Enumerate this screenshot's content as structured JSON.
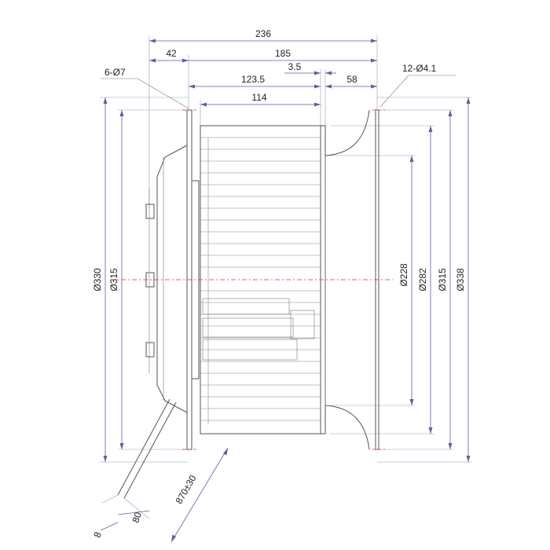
{
  "dimensions": {
    "overall_length": "236",
    "mounting_length": "185",
    "flange_offset": "42",
    "plate_thickness": "3.5",
    "impeller_to_flange": "123.5",
    "inlet_depth": "58",
    "impeller_width": "114",
    "flange_holes": "6-Ø7",
    "inlet_holes": "12-Ø4.1",
    "dia_330": "Ø330",
    "dia_315_left": "Ø315",
    "dia_228": "Ø228",
    "dia_282": "Ø282",
    "dia_315_right": "Ø315",
    "dia_338": "Ø338",
    "cable_length": "870±30",
    "cable_80": "80",
    "cable_8": "8"
  },
  "colors": {
    "dimension": "#5a5fa8",
    "centerline": "#d23a3a",
    "outline": "#555555"
  }
}
